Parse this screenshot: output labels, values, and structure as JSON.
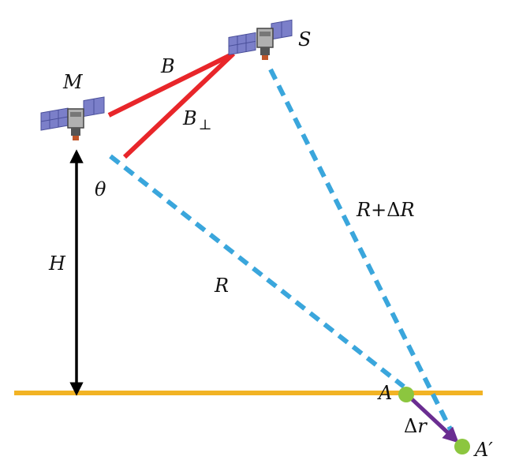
{
  "labels": {
    "sat_m": "M",
    "sat_s": "S",
    "baseline": "B",
    "baseline_perp_base": "B",
    "baseline_perp_sub": "⊥",
    "angle": "θ",
    "height": "H",
    "range": "R",
    "range_delta_R": "R",
    "range_delta_op": "+Δ",
    "range_delta_R2": "R",
    "point_a": "A",
    "point_a_prime": "A′",
    "delta_r_symbol": "Δ",
    "delta_r_var": "r"
  },
  "colors": {
    "baseline": "#e8262a",
    "range_line": "#3aa6dc",
    "ground": "#f2b324",
    "height_arrow": "#000000",
    "shift_arrow": "#6a2d91",
    "point": "#8cc63f",
    "panel": "#7b7fc9",
    "panel_dark": "#4a4f9a",
    "body": "#b0b0b0"
  },
  "icons": {
    "satellite_m": "satellite-icon",
    "satellite_s": "satellite-icon"
  }
}
